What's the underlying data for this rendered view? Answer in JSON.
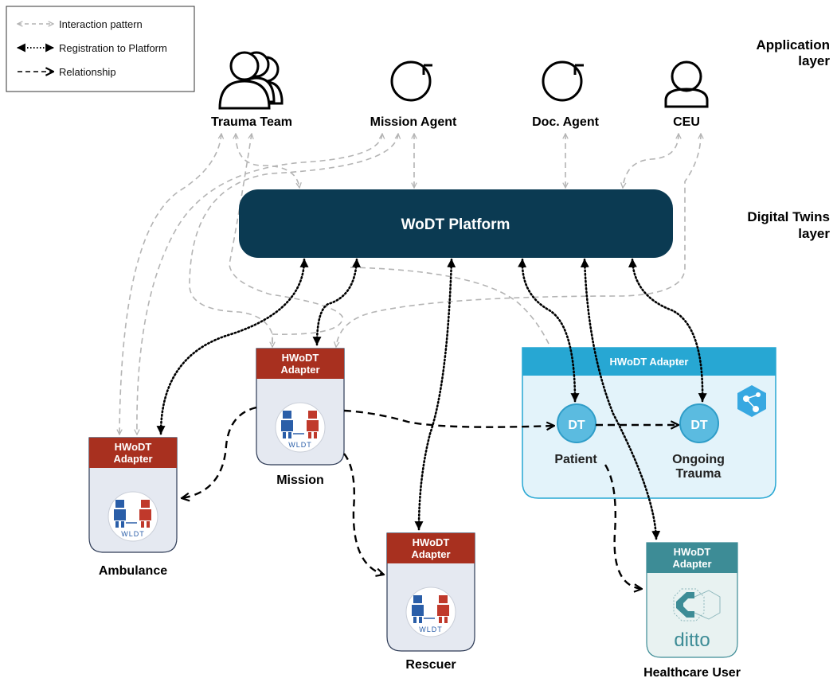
{
  "legend": {
    "interaction": "Interaction pattern",
    "registration": "Registration to Platform",
    "relationship": "Relationship"
  },
  "layers": {
    "application_line1": "Application",
    "application_line2": "layer",
    "dt_line1": "Digital Twins",
    "dt_line2": "layer"
  },
  "actors": {
    "trauma_team": "Trauma Team",
    "mission_agent": "Mission Agent",
    "doc_agent": "Doc. Agent",
    "ceu": "CEU"
  },
  "platform": {
    "label": "WoDT Platform"
  },
  "adapter": {
    "line1": "HWoDT",
    "line2": "Adapter",
    "azure_header": "HWoDT Adapter"
  },
  "wldt": {
    "label": "WLDT"
  },
  "dt": {
    "badge": "DT"
  },
  "twins": {
    "ambulance": "Ambulance",
    "mission": "Mission",
    "rescuer": "Rescuer",
    "patient": "Patient",
    "ongoing_line1": "Ongoing",
    "ongoing_line2": "Trauma",
    "healthcare_user": "Healthcare User"
  },
  "ditto": {
    "wordmark": "ditto"
  },
  "colors": {
    "platform": "#0b3a52",
    "adapter_red": "#a8301f",
    "card_fill": "#e5e9f1",
    "azure_header": "#27a7d3",
    "azure_fill": "#e3f3fa",
    "dt_node": "#5bbbe0",
    "ditto_header": "#3d8c96",
    "ditto_fill": "#e8f2f1",
    "interaction_arrow": "#b4b4b4",
    "relationship_arrow": "#000000"
  }
}
